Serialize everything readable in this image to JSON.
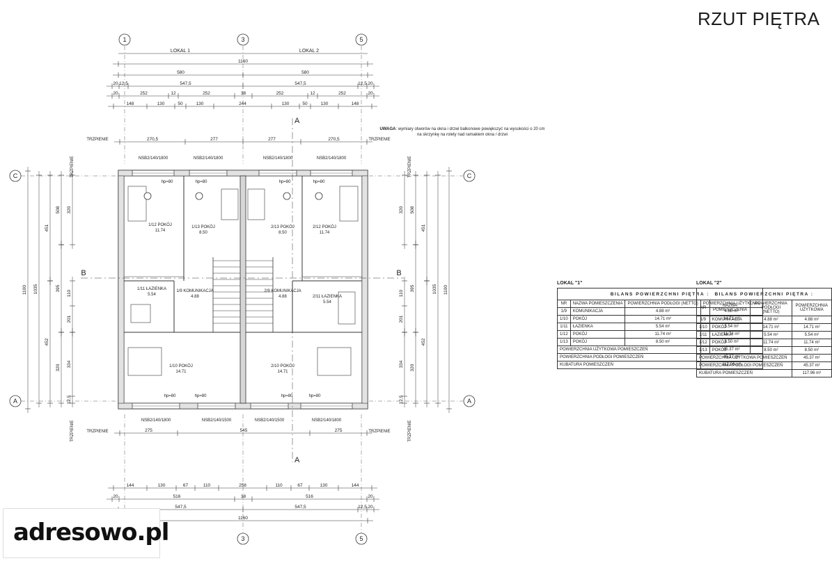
{
  "page_title": "RZUT PIĘTRA",
  "note": {
    "bold": "UWAGA",
    "line1": ": wymiary otworów na okna i drzwi balkonowe powiększyć na wysokości o 20 cm",
    "line2": "na skrzynkę na rolety nad ramakiem okna / drzwi"
  },
  "logo": "adresowo.pl",
  "axes": {
    "col_1": "1",
    "col_3": "3",
    "col_5": "5",
    "row_c": "C",
    "row_a": "A",
    "section_a": "A",
    "section_b": "B"
  },
  "dims_top": {
    "lokal_1": "LOKAL 1",
    "lokal_2": "LOKAL 2",
    "total": "1160",
    "half_l": "580",
    "half_r": "580",
    "r3": [
      "20",
      "12,5",
      "547,5",
      "547,5",
      "12,5",
      "20"
    ],
    "r4": [
      "20",
      "252",
      "12",
      "252",
      "38",
      "252",
      "12",
      "252",
      "20"
    ],
    "r5": [
      "148",
      "130",
      "50",
      "130",
      "244",
      "130",
      "50",
      "130",
      "148"
    ]
  },
  "dims_top_wall": [
    "270,5",
    "277",
    "277",
    "270,5"
  ],
  "dims_bottom_wall": [
    "275",
    "545",
    "275"
  ],
  "dims_bottom": {
    "r1": [
      "144",
      "130",
      "67",
      "110",
      "258",
      "110",
      "67",
      "130",
      "144"
    ],
    "r2": [
      "20",
      "516",
      "38",
      "516",
      "20"
    ],
    "r3": [
      "547,5",
      "547,5",
      "12,5",
      "20"
    ],
    "total": "1160"
  },
  "dims_left": [
    "1100",
    "1035",
    "451",
    "508",
    "320",
    "395",
    "110",
    "201",
    "12",
    "334",
    "452",
    "320",
    "12,5",
    "20"
  ],
  "dims_right": [
    "1100",
    "1035",
    "451",
    "508",
    "320",
    "395",
    "110",
    "201",
    "334",
    "452",
    "320",
    "12,5",
    "20"
  ],
  "trzpienie": "TRZPIENIE",
  "windows": [
    "NSB2/140/1800",
    "NSB2/140/1800",
    "NSB2/140/1800",
    "NSB2/140/1800",
    "NSB2/140/1800",
    "NSB2/140/1500",
    "NSB2/140/1500",
    "NSB2/140/1800"
  ],
  "rooms": [
    {
      "label": "1/12 POKÓJ",
      "area": "11.74"
    },
    {
      "label": "1/13 POKÓJ",
      "area": "8.50"
    },
    {
      "label": "1/11 ŁAZIENKA",
      "area": "5.54"
    },
    {
      "label": "1/9 KOMUNIKACJA",
      "area": "4.88"
    },
    {
      "label": "1/10 POKÓJ",
      "area": "14.71"
    },
    {
      "label": "2/13 POKÓJ",
      "area": "8.50"
    },
    {
      "label": "2/12 POKÓJ",
      "area": "11.74"
    },
    {
      "label": "2/9 KOMUNIKACJA",
      "area": "4.88"
    },
    {
      "label": "2/11 ŁAZIENKA",
      "area": "5.54"
    },
    {
      "label": "2/10 POKÓJ",
      "area": "14.71"
    }
  ],
  "hp": "hp=80",
  "tables": [
    {
      "caption": "LOKAL \"1\"",
      "title": "BILANS POWIERZCHNI PIĘTRA :",
      "headers": [
        "NR",
        "NAZWA POMIESZCZENIA",
        "POWIERZCHNIA PODŁOGI (NETTO)",
        "POWIERZCHNIA UŻYTKOWA"
      ],
      "rows": [
        [
          "1/9",
          "KOMUNIKACJA",
          "4.88 m²",
          "4.88 m²"
        ],
        [
          "1/10",
          "POKÓJ",
          "14.71 m²",
          "14.71 m²"
        ],
        [
          "1/11",
          "ŁAZIENKA",
          "5.54 m²",
          "5.54 m²"
        ],
        [
          "1/12",
          "POKÓJ",
          "11.74 m²",
          "11.74 m²"
        ],
        [
          "1/13",
          "POKÓJ",
          "8.50 m²",
          "8.50 m²"
        ]
      ],
      "sum_rows": [
        [
          "POWIERZCHNIA UŻYTKOWA POMIESZCZEŃ",
          "45.37 m²"
        ],
        [
          "POWIERZCHNIA PODŁOGI POMIESZCZEŃ",
          "45.37 m²"
        ],
        [
          "KUBATURA POMIESZCZEŃ",
          "117.96 m³"
        ]
      ]
    },
    {
      "caption": "LOKAL \"2\"",
      "title": "BILANS POWIERZCHNI PIĘTRA :",
      "headers": [
        "NR",
        "NAZWA POMIESZCZENIA",
        "POWIERZCHNIA PODŁOGI (NETTO)",
        "POWIERZCHNIA UŻYTKOWA"
      ],
      "rows": [
        [
          "1/9",
          "KOMUNIKACJA",
          "4.88 m²",
          "4.88 m²"
        ],
        [
          "1/10",
          "POKÓJ",
          "14.71 m²",
          "14.71 m²"
        ],
        [
          "1/11",
          "ŁAZIENKA",
          "5.54 m²",
          "5.54 m²"
        ],
        [
          "1/12",
          "POKÓJ",
          "11.74 m²",
          "11.74 m²"
        ],
        [
          "1/13",
          "POKÓJ",
          "8.50 m²",
          "8.50 m²"
        ]
      ],
      "sum_rows": [
        [
          "POWIERZCHNIA UŻYTKOWA POMIESZCZEŃ",
          "45.37 m²"
        ],
        [
          "POWIERZCHNIA PODŁOGI POMIESZCZEŃ",
          "45.37 m²"
        ],
        [
          "KUBATURA POMIESZCZEŃ",
          "117.96 m³"
        ]
      ]
    }
  ]
}
